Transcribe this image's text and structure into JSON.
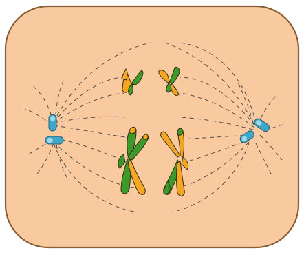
{
  "colors": {
    "cell_fill": "#f9caa0",
    "cell_stroke": "#8a5e34",
    "spindle": "#444444",
    "chromatid_green": "#3c9a2b",
    "chromatid_orange": "#f5a623",
    "chromosome_outline": "#3a2a10",
    "centriole_blue": "#3fa7c9",
    "centriole_light": "#9fd8e8",
    "centriole_outline": "#2a5f73"
  },
  "chromosomes": [
    {
      "id": "left-small",
      "kind": "small",
      "side": "left"
    },
    {
      "id": "right-small",
      "kind": "small",
      "side": "right"
    },
    {
      "id": "left-large",
      "kind": "large",
      "side": "left"
    },
    {
      "id": "right-large",
      "kind": "large",
      "side": "right"
    }
  ]
}
